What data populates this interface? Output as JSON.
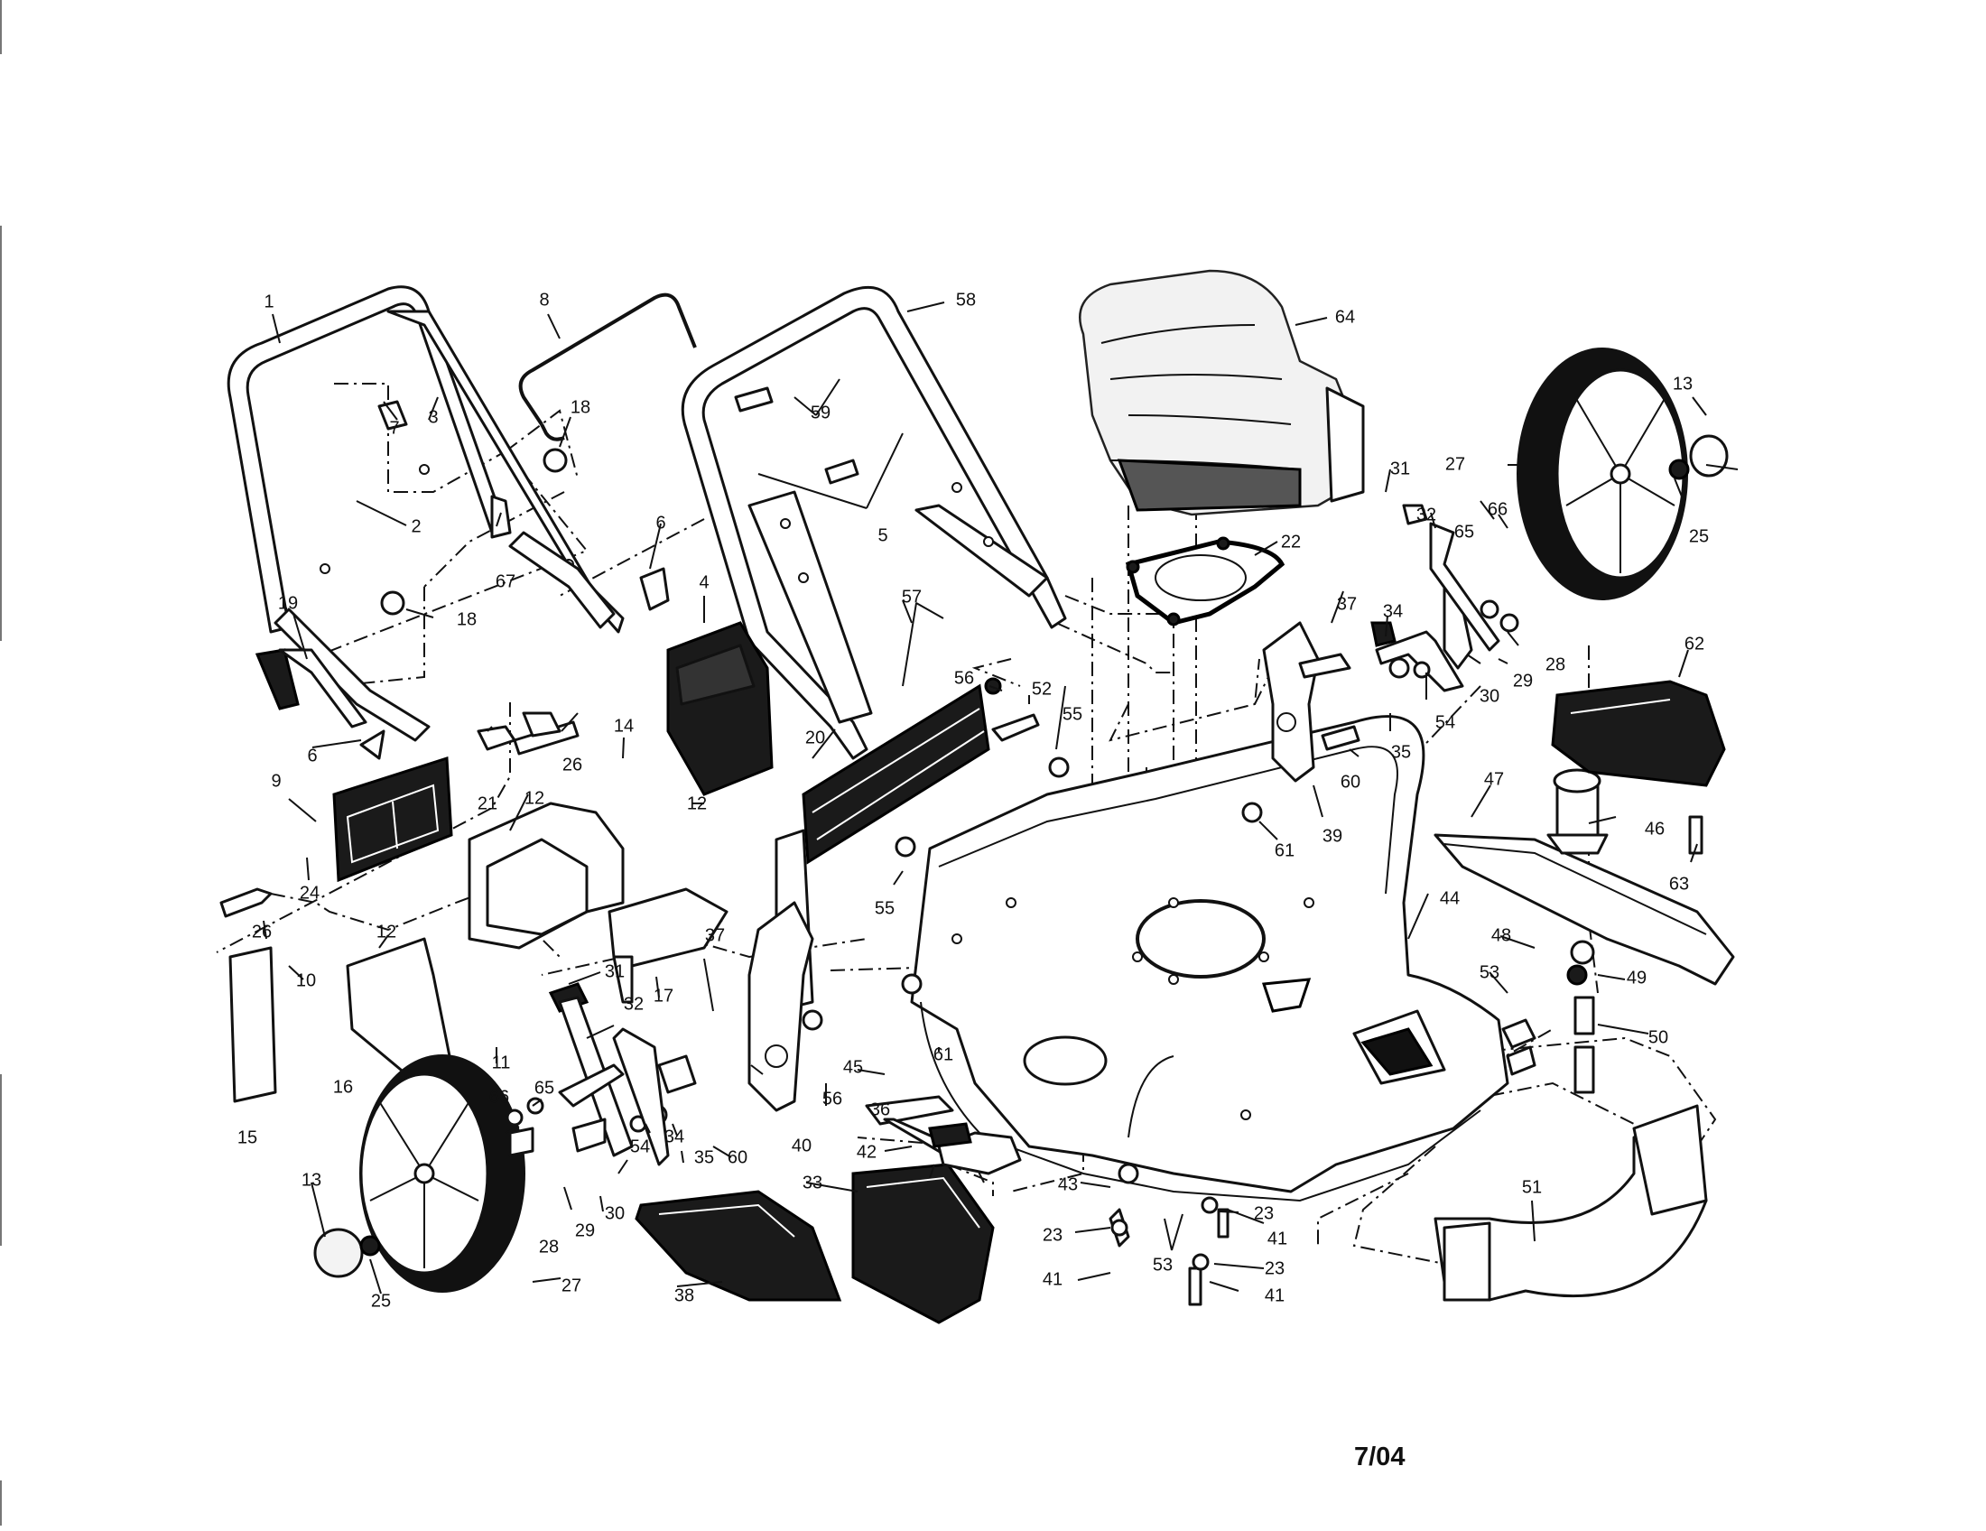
{
  "footer": {
    "date_code": "7/04"
  },
  "callouts": [
    {
      "id": "c1",
      "text": "1"
    },
    {
      "id": "c8",
      "text": "8"
    },
    {
      "id": "c58",
      "text": "58"
    },
    {
      "id": "c64",
      "text": "64"
    },
    {
      "id": "c7",
      "text": "7"
    },
    {
      "id": "c3",
      "text": "3"
    },
    {
      "id": "c18a",
      "text": "18"
    },
    {
      "id": "c59",
      "text": "59"
    },
    {
      "id": "c2",
      "text": "2"
    },
    {
      "id": "c67",
      "text": "67"
    },
    {
      "id": "c5",
      "text": "5"
    },
    {
      "id": "c6a",
      "text": "6"
    },
    {
      "id": "c19",
      "text": "19"
    },
    {
      "id": "c18b",
      "text": "18"
    },
    {
      "id": "c4",
      "text": "4"
    },
    {
      "id": "c57",
      "text": "57"
    },
    {
      "id": "c22",
      "text": "22"
    },
    {
      "id": "c31a",
      "text": "31"
    },
    {
      "id": "c32a",
      "text": "32"
    },
    {
      "id": "c27a",
      "text": "27"
    },
    {
      "id": "c13a",
      "text": "13"
    },
    {
      "id": "c25a",
      "text": "25"
    },
    {
      "id": "c66a",
      "text": "66"
    },
    {
      "id": "c65a",
      "text": "65"
    },
    {
      "id": "c37a",
      "text": "37"
    },
    {
      "id": "c34a",
      "text": "34"
    },
    {
      "id": "c29a",
      "text": "29"
    },
    {
      "id": "c28a",
      "text": "28"
    },
    {
      "id": "c30a",
      "text": "30"
    },
    {
      "id": "c54a",
      "text": "54"
    },
    {
      "id": "c35a",
      "text": "35"
    },
    {
      "id": "c62",
      "text": "62"
    },
    {
      "id": "c60a",
      "text": "60"
    },
    {
      "id": "c39",
      "text": "39"
    },
    {
      "id": "c61a",
      "text": "61"
    },
    {
      "id": "c47",
      "text": "47"
    },
    {
      "id": "c46",
      "text": "46"
    },
    {
      "id": "c63",
      "text": "63"
    },
    {
      "id": "c6b",
      "text": "6"
    },
    {
      "id": "c26a",
      "text": "26"
    },
    {
      "id": "c21",
      "text": "21"
    },
    {
      "id": "c9",
      "text": "9"
    },
    {
      "id": "c14",
      "text": "14"
    },
    {
      "id": "c12a",
      "text": "12"
    },
    {
      "id": "c12b",
      "text": "12"
    },
    {
      "id": "c56a",
      "text": "56"
    },
    {
      "id": "c52",
      "text": "52"
    },
    {
      "id": "c55a",
      "text": "55"
    },
    {
      "id": "c20",
      "text": "20"
    },
    {
      "id": "c24",
      "text": "24"
    },
    {
      "id": "c26b",
      "text": "26"
    },
    {
      "id": "c55b",
      "text": "55"
    },
    {
      "id": "c44",
      "text": "44"
    },
    {
      "id": "c12c",
      "text": "12"
    },
    {
      "id": "c10",
      "text": "10"
    },
    {
      "id": "c17",
      "text": "17"
    },
    {
      "id": "c37b",
      "text": "37"
    },
    {
      "id": "c31b",
      "text": "31"
    },
    {
      "id": "c32b",
      "text": "32"
    },
    {
      "id": "c11",
      "text": "11"
    },
    {
      "id": "c16",
      "text": "16"
    },
    {
      "id": "c15",
      "text": "15"
    },
    {
      "id": "c45",
      "text": "45"
    },
    {
      "id": "c61b",
      "text": "61"
    },
    {
      "id": "c56b",
      "text": "56"
    },
    {
      "id": "c48",
      "text": "48"
    },
    {
      "id": "c49",
      "text": "49"
    },
    {
      "id": "c53a",
      "text": "53"
    },
    {
      "id": "c50",
      "text": "50"
    },
    {
      "id": "c66b",
      "text": "66"
    },
    {
      "id": "c65b",
      "text": "65"
    },
    {
      "id": "c54b",
      "text": "54"
    },
    {
      "id": "c34b",
      "text": "34"
    },
    {
      "id": "c35b",
      "text": "35"
    },
    {
      "id": "c60b",
      "text": "60"
    },
    {
      "id": "c40",
      "text": "40"
    },
    {
      "id": "c36",
      "text": "36"
    },
    {
      "id": "c42",
      "text": "42"
    },
    {
      "id": "c13b",
      "text": "13"
    },
    {
      "id": "c28b",
      "text": "28"
    },
    {
      "id": "c29b",
      "text": "29"
    },
    {
      "id": "c30b",
      "text": "30"
    },
    {
      "id": "c33",
      "text": "33"
    },
    {
      "id": "c43",
      "text": "43"
    },
    {
      "id": "c23a",
      "text": "23"
    },
    {
      "id": "c23b",
      "text": "23"
    },
    {
      "id": "c23c",
      "text": "23"
    },
    {
      "id": "c41a",
      "text": "41"
    },
    {
      "id": "c41b",
      "text": "41"
    },
    {
      "id": "c41c",
      "text": "41"
    },
    {
      "id": "c53b",
      "text": "53"
    },
    {
      "id": "c51",
      "text": "51"
    },
    {
      "id": "c25b",
      "text": "25"
    },
    {
      "id": "c27b",
      "text": "27"
    },
    {
      "id": "c38",
      "text": "38"
    }
  ]
}
